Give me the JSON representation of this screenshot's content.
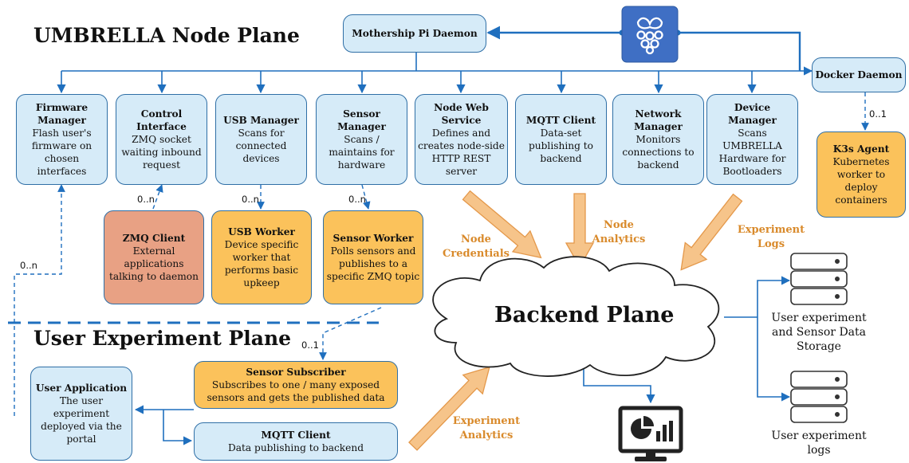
{
  "titles": {
    "node_plane": "UMBRELLA Node Plane",
    "user_plane": "User Experiment Plane",
    "backend": "Backend Plane"
  },
  "boxes": {
    "mothership": {
      "title": "Mothership Pi Daemon",
      "desc": ""
    },
    "docker": {
      "title": "Docker Daemon",
      "desc": ""
    },
    "firmware": {
      "title": "Firmware Manager",
      "desc": "Flash user's firmware on chosen interfaces"
    },
    "control": {
      "title": "Control Interface",
      "desc": "ZMQ socket waiting inbound request"
    },
    "usb_manager": {
      "title": "USB Manager",
      "desc": "Scans for connected devices"
    },
    "sensor_manager": {
      "title": "Sensor Manager",
      "desc": "Scans / maintains for hardware"
    },
    "node_web": {
      "title": "Node Web Service",
      "desc": "Defines and creates node-side HTTP REST server"
    },
    "mqtt_node": {
      "title": "MQTT Client",
      "desc": "Data-set publishing to backend"
    },
    "network": {
      "title": "Network Manager",
      "desc": "Monitors connections to backend"
    },
    "device": {
      "title": "Device Manager",
      "desc": "Scans UMBRELLA Hardware for Bootloaders"
    },
    "k3s": {
      "title": "K3s Agent",
      "desc": "Kubernetes worker to deploy containers"
    },
    "zmq_client": {
      "title": "ZMQ Client",
      "desc": "External applications talking to daemon"
    },
    "usb_worker": {
      "title": "USB Worker",
      "desc": "Device specific worker that performs basic upkeep"
    },
    "sensor_worker": {
      "title": "Sensor Worker",
      "desc": "Polls sensors and publishes to a specific ZMQ topic"
    },
    "sensor_subscriber": {
      "title": "Sensor Subscriber",
      "desc": "Subscribes to one / many exposed sensors and gets the published data"
    },
    "user_app": {
      "title": "User Application",
      "desc": "The user experiment deployed via the portal"
    },
    "mqtt_user": {
      "title": "MQTT Client",
      "desc": "Data publishing to backend"
    }
  },
  "multiplicities": {
    "docker_k3s": "0..1",
    "control_zmq": "0..n",
    "usb": "0..n",
    "sensor": "0..n",
    "firmware_user": "0..n",
    "subscriber": "0..1"
  },
  "flows": {
    "node_credentials": "Node Credentials",
    "node_analytics": "Node Analytics",
    "experiment_logs": "Experiment Logs",
    "experiment_analytics": "Experiment Analytics"
  },
  "storage": {
    "data": "User experiment and Sensor Data Storage",
    "logs": "User experiment logs"
  },
  "colors": {
    "line": "#1f6fbe",
    "box_fill": "#d6ebf8",
    "worker_fill": "#fbc25b",
    "zmq_fill": "#e8a184",
    "arrow_fill": "#f6c48a",
    "label_orange": "#d98a2b"
  },
  "icons": [
    "raspberry-pi-icon",
    "database-icon",
    "analytics-monitor-icon"
  ]
}
